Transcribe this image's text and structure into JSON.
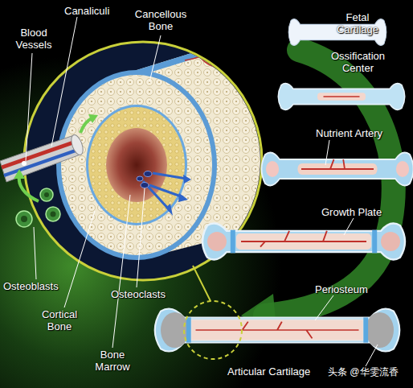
{
  "diagram": {
    "labels": [
      "Blood Vessels",
      "Canaliculi",
      "Cancellous Bone",
      "Fetal Cartilage",
      "Ossification Center",
      "Nutrient Artery",
      "Growth Plate",
      "Periosteum",
      "Osteoblasts",
      "Osteoclasts",
      "Cortical Bone",
      "Bone Marrow",
      "Articular Cartilage",
      "头条 @华雯流香"
    ]
  }
}
